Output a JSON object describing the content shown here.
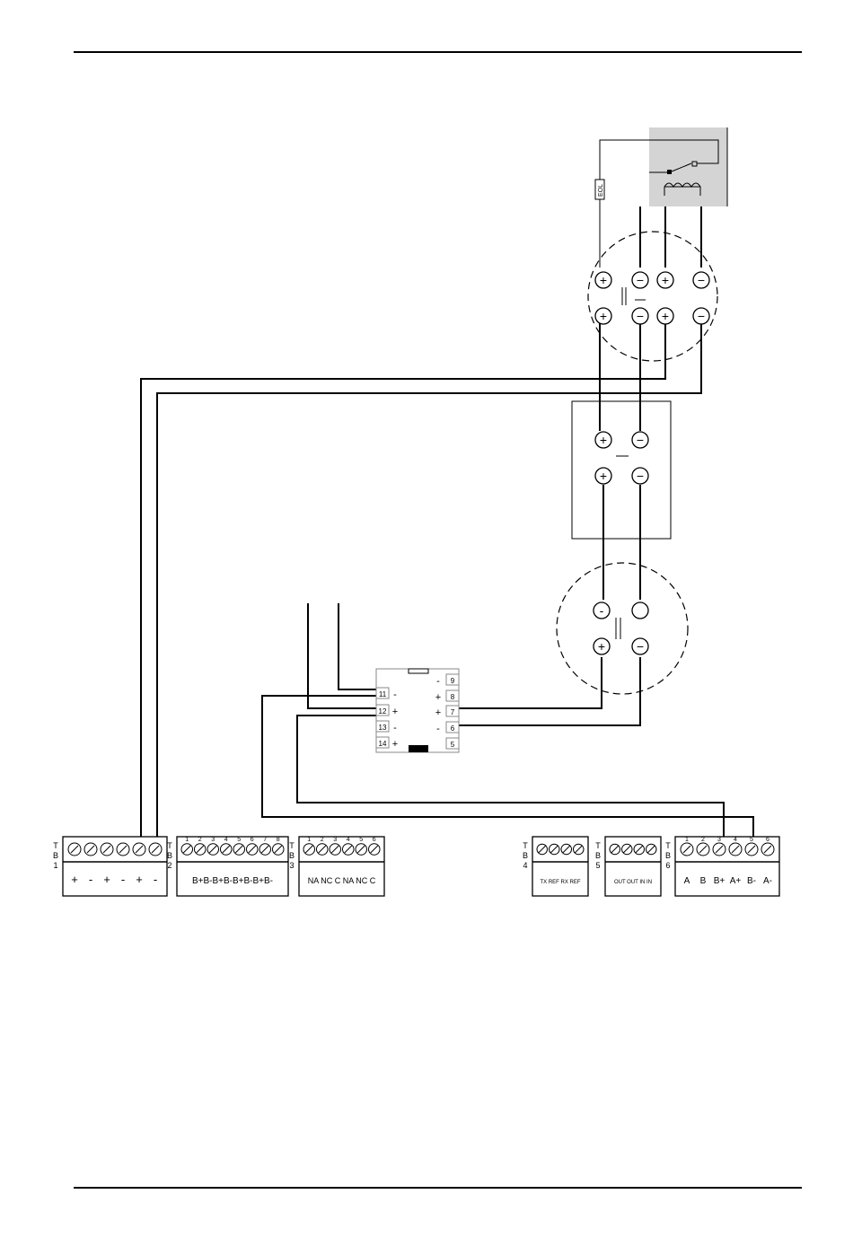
{
  "tb1": {
    "t": "T",
    "b": "B",
    "n": "1",
    "terms": [
      "+",
      "-",
      "+",
      "-",
      "+",
      "-"
    ]
  },
  "tb2": {
    "t": "T",
    "b": "B",
    "n": "2",
    "nums": [
      "1",
      "2",
      "3",
      "4",
      "5",
      "6",
      "7",
      "8"
    ],
    "terms": "B+B-B+B-B+B-B+B-"
  },
  "tb3": {
    "t": "T",
    "b": "B",
    "n": "3",
    "nums": [
      "1",
      "2",
      "3",
      "4",
      "5",
      "6"
    ],
    "terms": "NA NC C NA NC C"
  },
  "tb4": {
    "t": "T",
    "b": "B",
    "n": "4",
    "terms": "TX REF RX REF"
  },
  "tb5": {
    "t": "T",
    "b": "B",
    "n": "5",
    "terms": "OUT OUT IN IN"
  },
  "tb6": {
    "t": "T",
    "b": "B",
    "n": "6",
    "nums": [
      "1",
      "2",
      "3",
      "4",
      "5",
      "6"
    ],
    "terms": [
      "A",
      "B",
      "B+",
      "A+",
      "B-",
      "A-"
    ]
  },
  "module": {
    "left_pins": [
      "11",
      "12",
      "13",
      "14"
    ],
    "right_pins": [
      "9",
      "8",
      "7",
      "6",
      "5"
    ],
    "left_signs": [
      "-",
      "+",
      "-",
      "+"
    ],
    "right_signs": [
      "-",
      "+",
      "+",
      "-"
    ]
  },
  "device_symbols": {
    "plus": "+",
    "minus": "−"
  },
  "component_labels": {
    "resistor": "EOL"
  }
}
